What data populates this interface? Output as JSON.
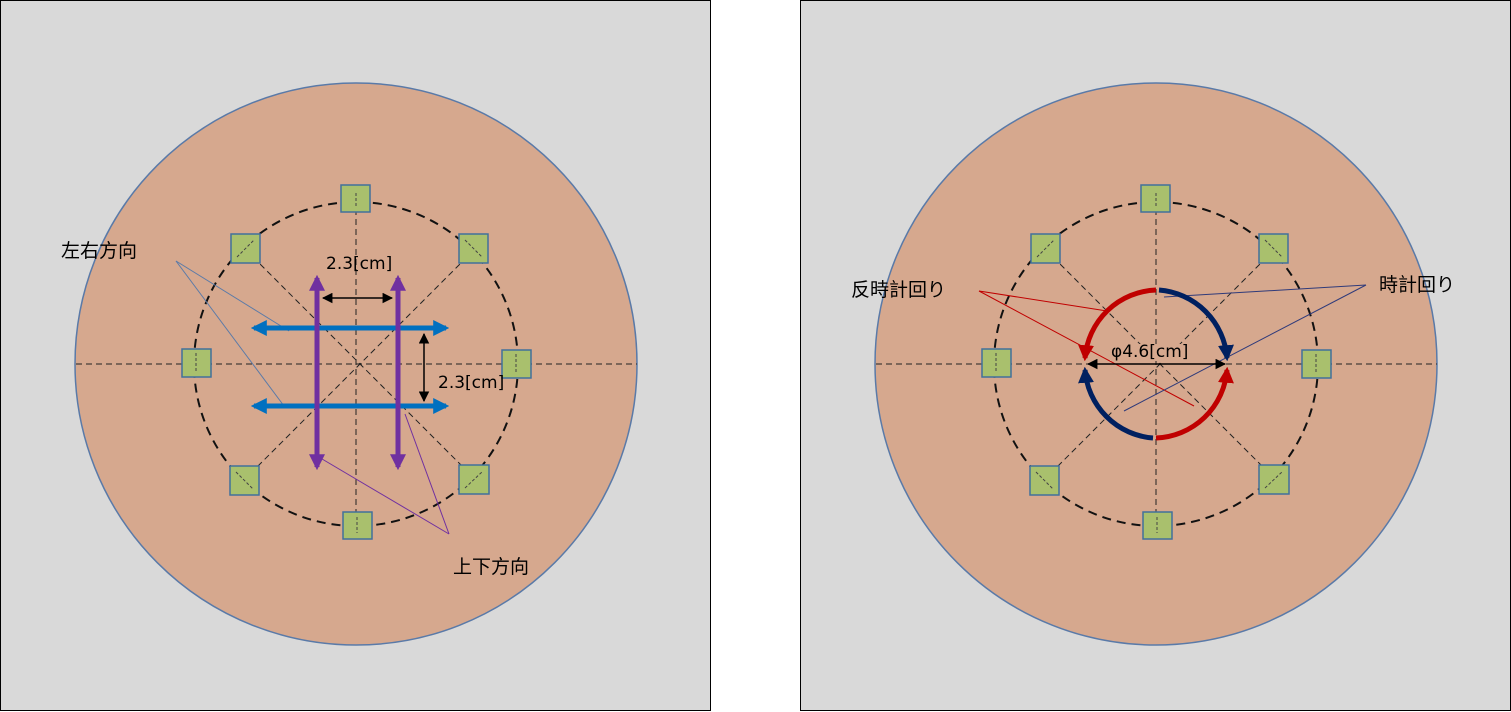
{
  "left_panel": {
    "label_horizontal": "左右方向",
    "label_vertical": "上下方向",
    "dim_horizontal_spacing": "2.3[cm]",
    "dim_vertical_spacing": "2.3[cm]"
  },
  "right_panel": {
    "label_ccw": "反時計回り",
    "label_cw": "時計回り",
    "dim_diameter": "φ4.6[cm]"
  },
  "colors": {
    "background": "#d9d9d9",
    "disc": "#d6a88e",
    "sensor_fill": "#a9c06d",
    "sensor_stroke": "#41719c",
    "horizontal_arrow": "#0070c0",
    "vertical_arrow": "#7030a0",
    "ccw_arrow": "#c00000",
    "cw_arrow": "#002060"
  }
}
